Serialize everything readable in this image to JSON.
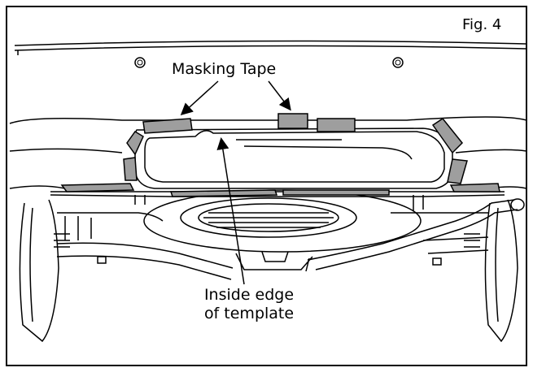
{
  "figure": {
    "label": "Fig. 4",
    "callouts": {
      "masking_tape": "Masking Tape",
      "inside_edge_line1": "Inside edge",
      "inside_edge_line2": "of template"
    }
  },
  "colors": {
    "line": "#000000",
    "tape": "#9e9e9e",
    "background": "#ffffff"
  }
}
